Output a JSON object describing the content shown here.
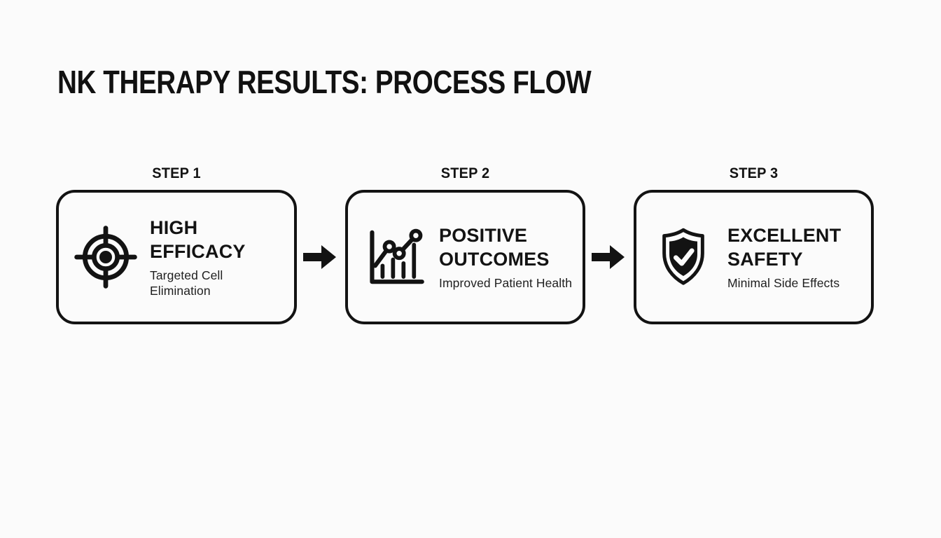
{
  "page": {
    "background_color": "#fbfbfb",
    "ink_color": "#131313"
  },
  "title": "NK THERAPY RESULTS: PROCESS FLOW",
  "steps": [
    {
      "label": "STEP 1",
      "heading_line1": "HIGH",
      "heading_line2": "EFFICACY",
      "subtitle": "Targeted Cell Elimination",
      "icon": "target-icon"
    },
    {
      "label": "STEP 2",
      "heading_line1": "POSITIVE",
      "heading_line2": "OUTCOMES",
      "subtitle": "Improved Patient Health",
      "icon": "bar-chart-icon"
    },
    {
      "label": "STEP 3",
      "heading_line1": "EXCELLENT",
      "heading_line2": "SAFETY",
      "subtitle": "Minimal Side Effects",
      "icon": "shield-check-icon"
    }
  ],
  "connectors": [
    {
      "icon": "arrow-right-icon"
    },
    {
      "icon": "arrow-right-icon"
    }
  ]
}
